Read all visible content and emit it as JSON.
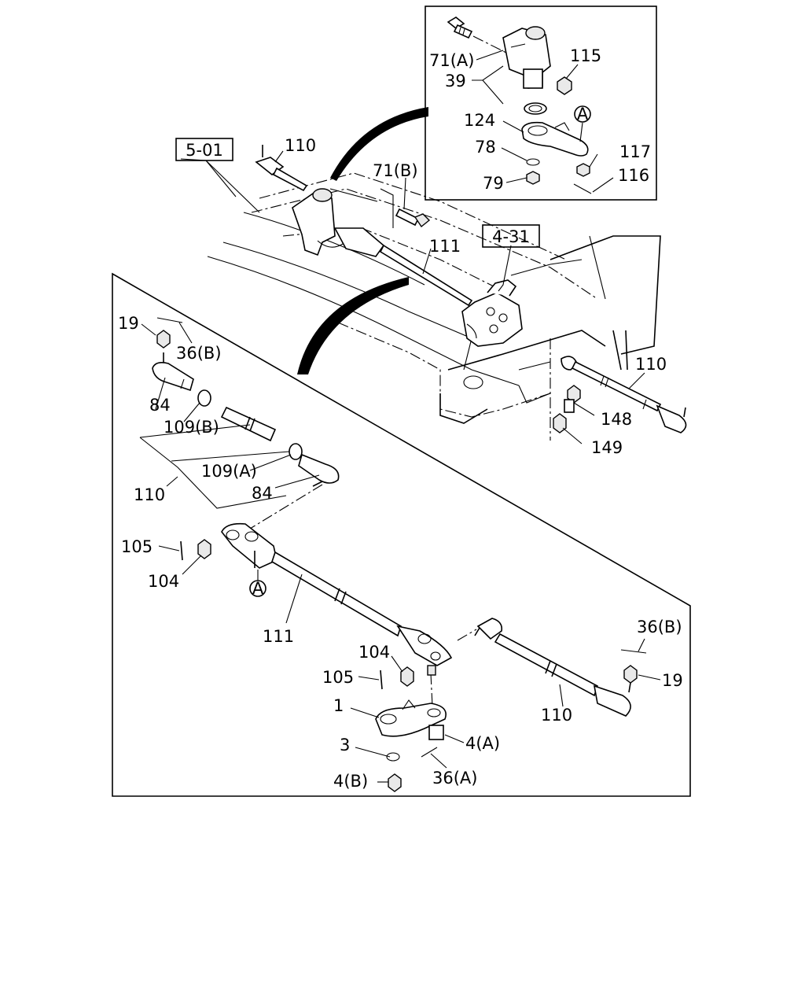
{
  "references": {
    "ref_a": "5-01",
    "ref_b": "4-31"
  },
  "marker": "A",
  "callouts": {
    "c71a": "71(A)",
    "c115": "115",
    "c39": "39",
    "c124": "124",
    "c78": "78",
    "c117": "117",
    "c79": "79",
    "c116": "116",
    "c110_top": "110",
    "c71b": "71(B)",
    "c111_top": "111",
    "c110_right": "110",
    "c148": "148",
    "c149": "149",
    "c19_left": "19",
    "c36b_left": "36(B)",
    "c84_upper": "84",
    "c109b": "109(B)",
    "c109a": "109(A)",
    "c110_left": "110",
    "c84_lower": "84",
    "c105_left": "105",
    "c104_left": "104",
    "c111_bottom": "111",
    "c104_mid": "104",
    "c105_mid": "105",
    "c1": "1",
    "c3": "3",
    "c4a": "4(A)",
    "c4b": "4(B)",
    "c36a": "36(A)",
    "c36b_right": "36(B)",
    "c19_right": "19",
    "c110_bottom": "110"
  }
}
